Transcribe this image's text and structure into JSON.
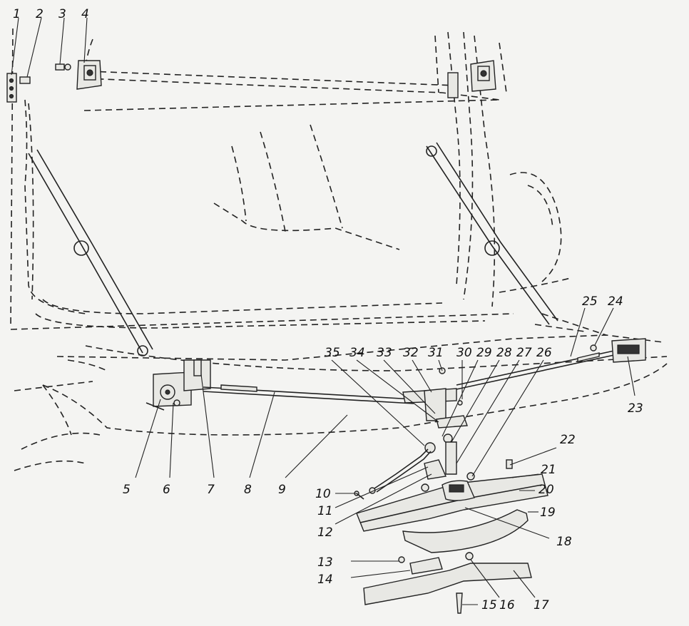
{
  "labels": [
    "1",
    "2",
    "3",
    "4",
    "5",
    "6",
    "7",
    "8",
    "9",
    "10",
    "11",
    "12",
    "13",
    "14",
    "15",
    "16",
    "17",
    "18",
    "19",
    "20",
    "21",
    "22",
    "23",
    "24",
    "25",
    "26",
    "27",
    "28",
    "29",
    "30",
    "31",
    "32",
    "33",
    "34",
    "35"
  ]
}
